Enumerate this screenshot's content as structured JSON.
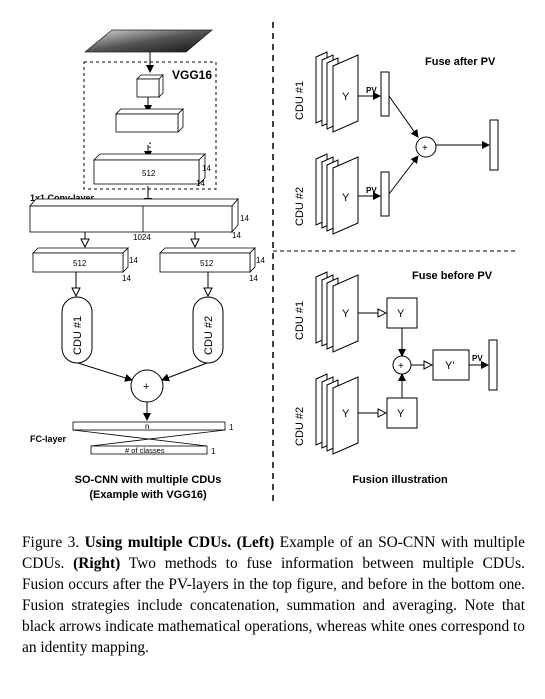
{
  "left_panel": {
    "backbone_label": "VGG16",
    "dots": "⋮",
    "feature_channels": "512",
    "feature_size_h": "14",
    "feature_size_w": "14",
    "conv_label": "1x1 Conv-layer",
    "conv_channels": "1024",
    "conv_size_h": "14",
    "conv_size_w": "14",
    "branch_channels": "512",
    "branch_size_h": "14",
    "branch_size_w": "14",
    "cdu1_label": "CDU #1",
    "cdu2_label": "CDU #2",
    "plus": "+",
    "fc_label": "FC-layer",
    "fc_n": "n",
    "fc_one": "1",
    "classes_label": "# of classes",
    "caption_line1": "SO-CNN with multiple CDUs",
    "caption_line2": "(Example with VGG16)"
  },
  "right_panel": {
    "top_title": "Fuse after PV",
    "bottom_title": "Fuse before PV",
    "cdu1_label": "CDU #1",
    "cdu2_label": "CDU #2",
    "y_label": "Y",
    "y_prime_label": "Y'",
    "pv_label": "PV",
    "plus": "+",
    "caption": "Fusion illustration"
  },
  "figure_caption": {
    "fig_num": "Figure 3.",
    "bold_title": "Using multiple CDUs.",
    "left_tag": "(Left)",
    "left_text": "Example of an SO-CNN with multiple CDUs.",
    "right_tag": "(Right)",
    "rest": "Two methods to fuse information between multiple CDUs. Fusion occurs after the PV-layers in the top figure, and before in the bottom one. Fusion strategies include concatenation, summation and averaging. Note that black arrows indicate mathematical operations, whereas white ones correspond to an identity mapping."
  }
}
